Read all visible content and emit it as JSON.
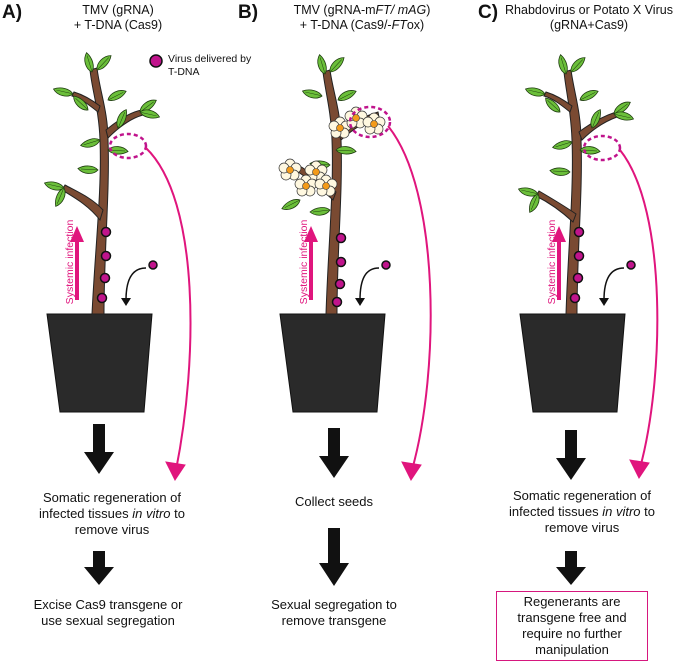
{
  "legend": {
    "text": "Virus delivered by T-DNA"
  },
  "side_label": "Systemic infection",
  "colors": {
    "virus": "#c0148c",
    "arrow": "#e0157d",
    "stem": "#7a4a32",
    "leaf": "#6bbf3a",
    "pot": "#2a2a2a",
    "box_border": "#d6177e"
  },
  "panels": [
    {
      "label": "A)",
      "header_line1": "TMV (gRNA)",
      "header_line2": "+ T-DNA (Cas9)",
      "step1": "Somatic regeneration of infected tissues in vitro to remove virus",
      "step1_pre": "Somatic regeneration of",
      "step1_mid_a": "infected tissues ",
      "step1_italic": "in vitro",
      "step1_mid_b": " to",
      "step1_end": "remove virus",
      "step2_line1": "Excise Cas9 transgene or",
      "step2_line2": "use sexual segregation"
    },
    {
      "label": "B)",
      "header_line1_a": "TMV (gRNA-m",
      "header_line1_i1": "FT/ mAG",
      "header_line1_b": ")",
      "header_line2_a": "+ T-DNA (Cas9/-",
      "header_line2_i": "FT",
      "header_line2_b": "ox)",
      "step1": "Collect seeds",
      "step2_line1": "Sexual segregation to",
      "step2_line2": "remove transgene"
    },
    {
      "label": "C)",
      "header_line1": "Rhabdovirus or Potato X Virus",
      "header_line2": "(gRNA+Cas9)",
      "step1_pre": "Somatic regeneration of",
      "step1_mid_a": "infected tissues ",
      "step1_italic": "in vitro",
      "step1_mid_b": " to",
      "step1_end": "remove virus",
      "box_line1": "Regenerants are",
      "box_line2": "transgene free and",
      "box_line3": "require no further",
      "box_line4": "manipulation"
    }
  ]
}
